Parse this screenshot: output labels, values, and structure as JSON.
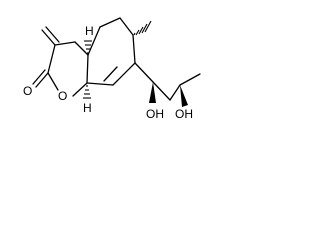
{
  "molecule": {
    "atoms": {
      "ring_oxygen": "O",
      "carbonyl_oxygen": "O",
      "h_top": "H",
      "h_bottom": "H",
      "oh_left": "OH",
      "oh_right": "OH"
    }
  }
}
